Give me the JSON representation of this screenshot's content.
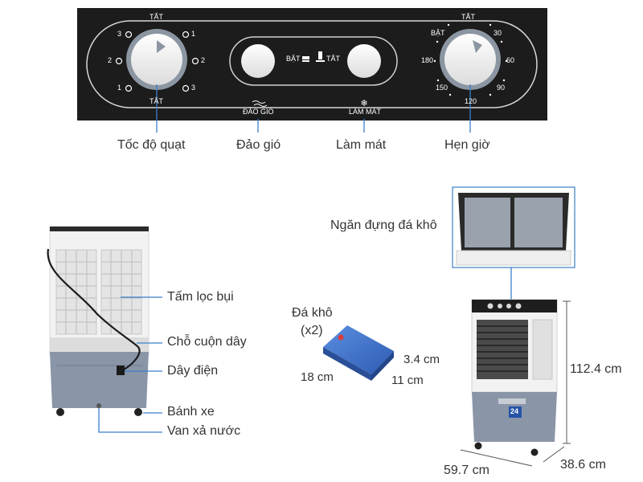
{
  "panel": {
    "fan_dial": {
      "top": "TẮT",
      "bottom": "TẮT",
      "left_marks": [
        "3",
        "2",
        "1"
      ],
      "right_marks": [
        "1",
        "2",
        "3"
      ]
    },
    "swing_button_caption": "ĐẢO GIÓ",
    "cool_button_caption": "LÀM MÁT",
    "switch_on": "BẬT",
    "switch_off": "TẮT",
    "timer_dial": {
      "off": "TẮT",
      "on": "BẬT",
      "marks": [
        "30",
        "60",
        "90",
        "120",
        "150",
        "180"
      ]
    }
  },
  "callouts": {
    "fan_speed": "Tốc độ quạt",
    "swing": "Đảo gió",
    "cooling": "Làm mát",
    "timer": "Hẹn giờ"
  },
  "back_view": {
    "filter": "Tấm lọc bụi",
    "cord_holder": "Chỗ cuộn dây",
    "power_cord": "Dây điện",
    "wheels": "Bánh xe",
    "drain_valve": "Van xả nước"
  },
  "ice_box": {
    "label": "Ngăn đựng đá khô"
  },
  "ice_pack": {
    "label": "Đá khô",
    "qty": "(x2)",
    "length": "18 cm",
    "width": "11 cm",
    "height": "3.4 cm"
  },
  "dimensions": {
    "height": "112.4 cm",
    "width": "59.7 cm",
    "depth": "38.6 cm"
  },
  "badge": "24",
  "colors": {
    "panel_bg": "#1c1c1c",
    "callout_line": "#3a7fc8",
    "body_gray": "#8a95a8",
    "body_white": "#f2f2f2",
    "ice_blue": "#3f6fc7"
  }
}
